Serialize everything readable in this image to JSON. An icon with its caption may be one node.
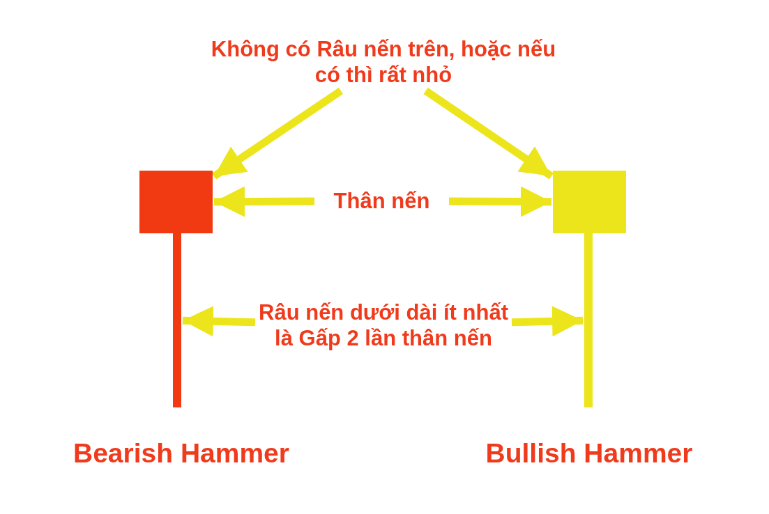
{
  "diagram": {
    "nodes": [
      {
        "text": [
          "Không có Râu nến trên, hoặc nếu có thì rất nhỏ"
        ]
      },
      {
        "text": [],
        "shape": "box"
      },
      {
        "text": [
          "Thân nến"
        ]
      },
      {
        "text": [],
        "shape": "box"
      },
      {
        "text": [],
        "shape": "bar"
      },
      {
        "text": [
          "Râu nến dưới dài ít nhất là Gấp 2 lần thân nến"
        ]
      },
      {
        "text": [],
        "shape": "bar"
      }
    ],
    "edges": [
      {
        "from": 0,
        "to": 1,
        "arrow": "to"
      },
      {
        "from": 0,
        "to": 3,
        "arrow": "to"
      },
      {
        "from": 2,
        "to": 1,
        "arrow": "to"
      },
      {
        "from": 2,
        "to": 3,
        "arrow": "to"
      },
      {
        "from": 5,
        "to": 4,
        "arrow": "to"
      },
      {
        "from": 5,
        "to": 6,
        "arrow": "to"
      }
    ],
    "labels": [
      "Bearish Hammer",
      "Bullish Hammer"
    ]
  }
}
